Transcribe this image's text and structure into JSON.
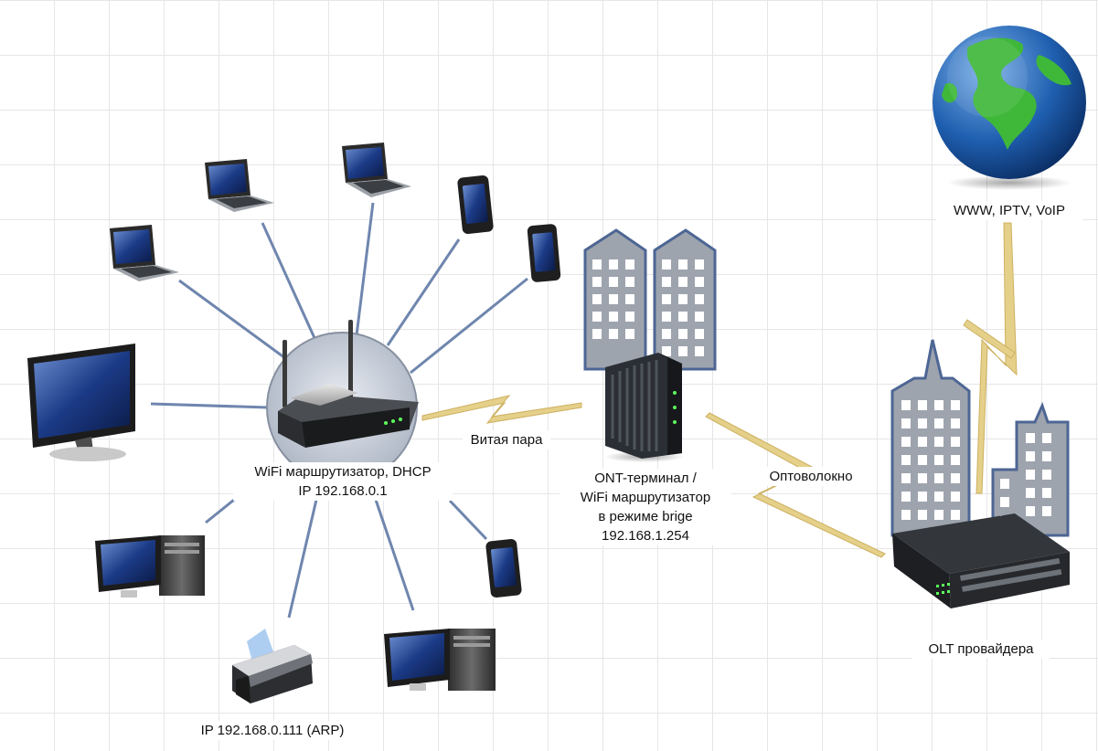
{
  "diagram": {
    "router": {
      "label_line1": "WiFi маршрутизатор, DHCP",
      "label_line2": "IP 192.168.0.1"
    },
    "twisted_pair": "Витая пара",
    "ont": {
      "line1": "ONT-терминал /",
      "line2": "WiFi маршрутизатор",
      "line3": "в режиме brige",
      "line4": "192.168.1.254"
    },
    "fiber": "Оптоволокно",
    "olt": "OLT провайдера",
    "internet": "WWW, IPTV, VoIP",
    "printer": "IP 192.168.0.111 (ARP)"
  },
  "colors": {
    "link_line": "#6F86AE",
    "wireless_zigzag": "#E5D08A",
    "building": "#9EA4AE",
    "building_outline": "#4D6694"
  }
}
